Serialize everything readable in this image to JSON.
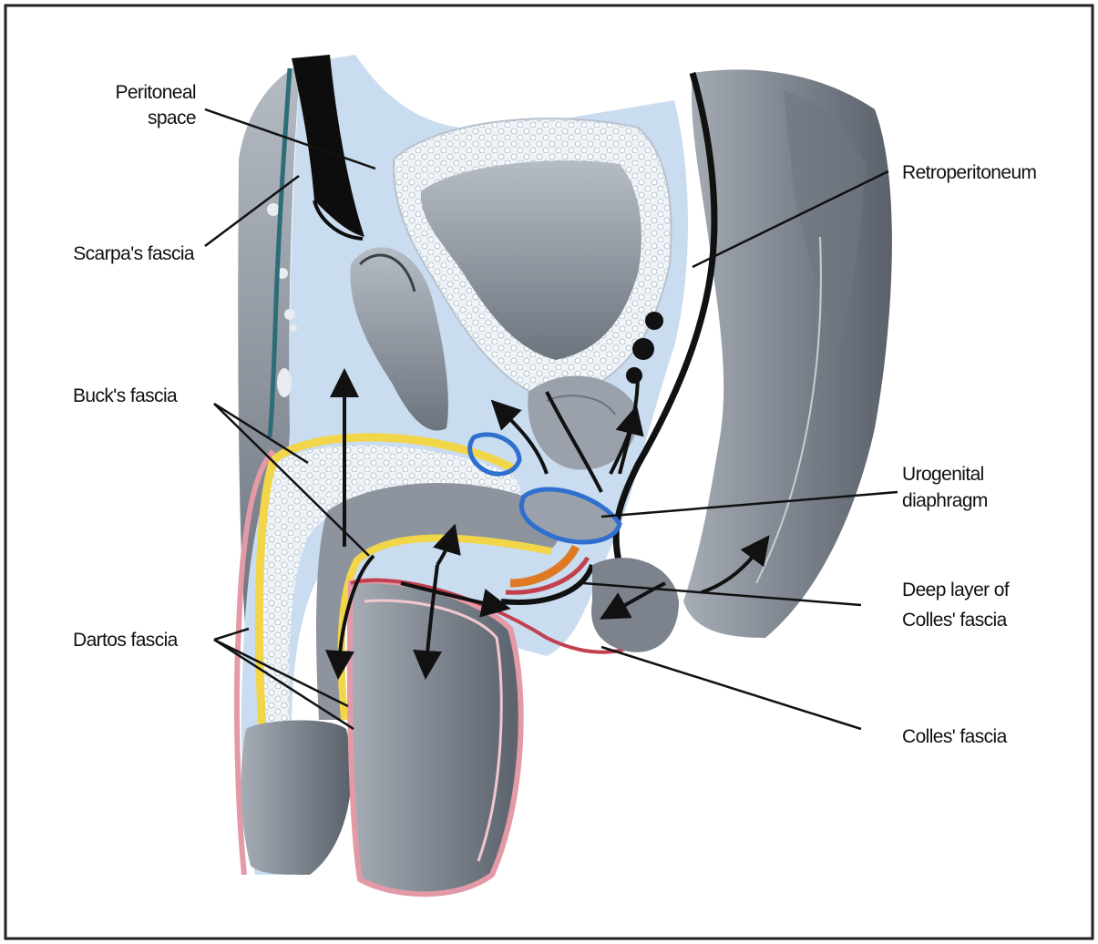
{
  "labels": {
    "peritoneal_space": [
      "Peritoneal",
      "space"
    ],
    "scarpas_fascia": "Scarpa's fascia",
    "bucks_fascia": "Buck's fascia",
    "dartos_fascia": "Dartos fascia",
    "retroperitoneum": "Retroperitoneum",
    "urogenital_diaphragm": [
      "Urogenital",
      "diaphragm"
    ],
    "deep_layer_colles": [
      "Deep layer of",
      "Colles' fascia"
    ],
    "colles_fascia": "Colles' fascia"
  },
  "colors": {
    "background": "#ffffff",
    "space_blue": "#c9dcf0",
    "tissue_gray": "#8d949e",
    "tissue_dark": "#5e656f",
    "bucks_yellow": "#f1d64a",
    "colles_pink": "#e39aa6",
    "colles_red": "#c2404e",
    "urogenital_blue": "#2f6fd0",
    "scarpa_teal": "#2d6d78",
    "fluid_arrow": "#111111",
    "deep_orange": "#e07a22"
  }
}
